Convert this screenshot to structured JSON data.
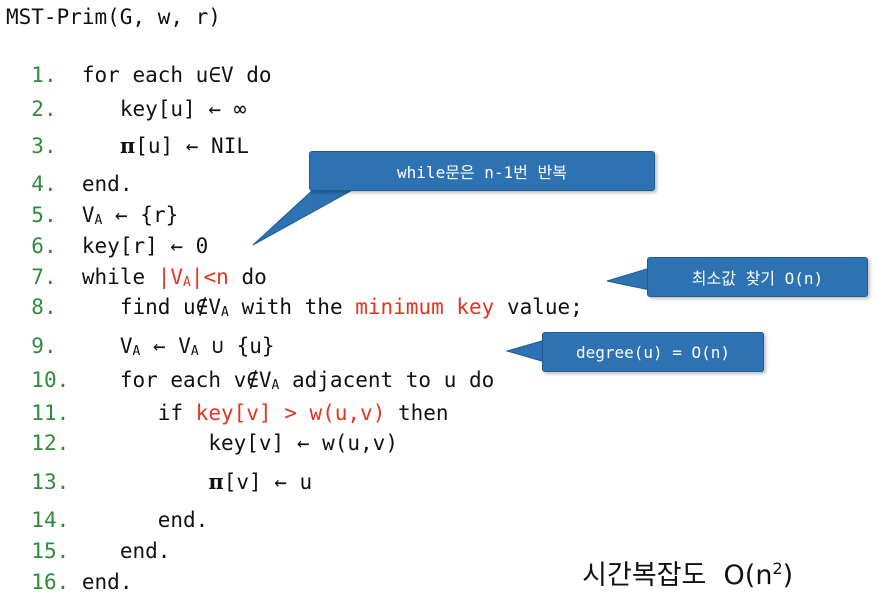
{
  "title": "MST-Prim(G, w, r)",
  "lines": [
    {
      "num": "1.",
      "text": "for each u∈V do"
    },
    {
      "num": "2.",
      "pre": "key[u] ← ∞"
    },
    {
      "num": "3.",
      "pi": "π",
      "text": "[u] ← NIL"
    },
    {
      "num": "4.",
      "text": "end."
    },
    {
      "num": "5.",
      "v": "V",
      "sub": "A",
      "text": " ← {r}"
    },
    {
      "num": "6.",
      "text": "key[r] ← 0"
    },
    {
      "num": "7.",
      "pre": "while ",
      "red1": "|V",
      "sub": "A",
      "red2": "|<n",
      "post": " do"
    },
    {
      "num": "8.",
      "pre": "find u∉V",
      "sub": "A",
      "mid": " with the ",
      "red": "minimum key",
      "post": " value;"
    },
    {
      "num": "9.",
      "v": "V",
      "sub": "A",
      "mid": " ← V",
      "sub2": "A",
      "post": " ∪ {u}"
    },
    {
      "num": "10.",
      "pre": "for each v∉V",
      "sub": "A",
      "post": " adjacent to u do"
    },
    {
      "num": "11.",
      "pre": "if ",
      "red": "key[v] > w(u,v)",
      "post": " then"
    },
    {
      "num": "12.",
      "text": "key[v] ← w(u,v)"
    },
    {
      "num": "13.",
      "pi": "π",
      "text": "[v] ← u"
    },
    {
      "num": "14.",
      "text": "end."
    },
    {
      "num": "15.",
      "text": "end."
    },
    {
      "num": "16.",
      "text": "end."
    }
  ],
  "callouts": {
    "while_note": "while문은 n-1번 반복",
    "min_note": "최소값 찾기 O(n)",
    "degree_note": "degree(u) = O(n)"
  },
  "complexity": {
    "label": "시간복잡도  O(n",
    "sup": "2",
    "close": ")"
  },
  "colors": {
    "line_number": "#2e8b3a",
    "highlight": "#e5341c",
    "callout": "#2d72b3"
  }
}
